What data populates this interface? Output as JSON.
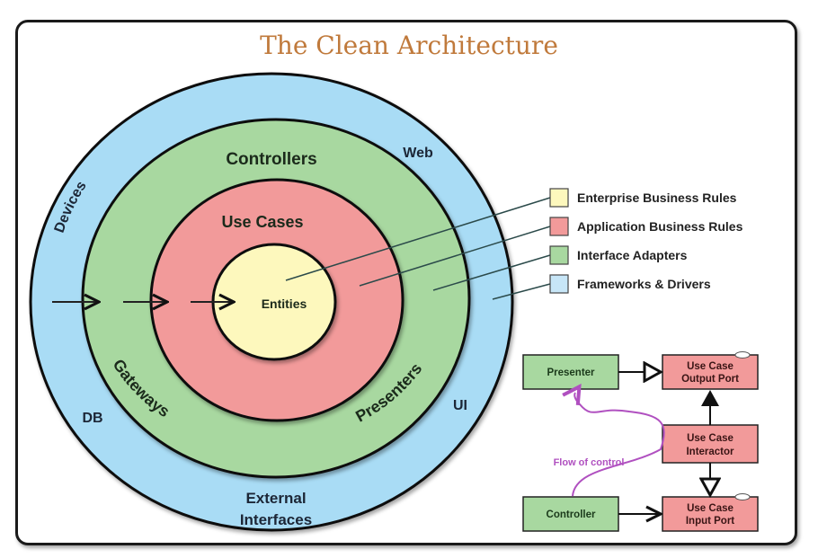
{
  "title": "The Clean Architecture",
  "colors": {
    "title": "#c07a3c",
    "frameworks_drivers": "#a9dcf5",
    "interface_adapters": "#a8d8a0",
    "application_business_rules": "#f29a9a",
    "enterprise_business_rules": "#fdf8bd",
    "flow_of_control": "#b050c0",
    "outline": "#111111"
  },
  "rings": {
    "outer": {
      "layer": "Frameworks & Drivers",
      "labels": [
        "Devices",
        "Web",
        "DB",
        "UI",
        "External",
        "Interfaces"
      ]
    },
    "adapters": {
      "layer": "Interface Adapters",
      "labels": [
        "Controllers",
        "Gateways",
        "Presenters"
      ]
    },
    "use_cases": {
      "layer": "Application Business Rules",
      "labels": [
        "Use Cases"
      ]
    },
    "entities": {
      "layer": "Enterprise Business Rules",
      "labels": [
        "Entities"
      ]
    }
  },
  "legend": [
    {
      "label": "Enterprise Business Rules",
      "color": "#fdf8bd"
    },
    {
      "label": "Application Business Rules",
      "color": "#f29a9a"
    },
    {
      "label": "Interface Adapters",
      "color": "#a8d8a0"
    },
    {
      "label": "Frameworks & Drivers",
      "color": "#c7e6f7"
    }
  ],
  "flow_diagram": {
    "presenter": "Presenter",
    "controller": "Controller",
    "output_port": [
      "Use Case",
      "Output Port"
    ],
    "interactor": [
      "Use Case",
      "Interactor"
    ],
    "input_port": [
      "Use Case",
      "Input Port"
    ],
    "interface_marker": "I",
    "flow_label": "Flow of control"
  }
}
